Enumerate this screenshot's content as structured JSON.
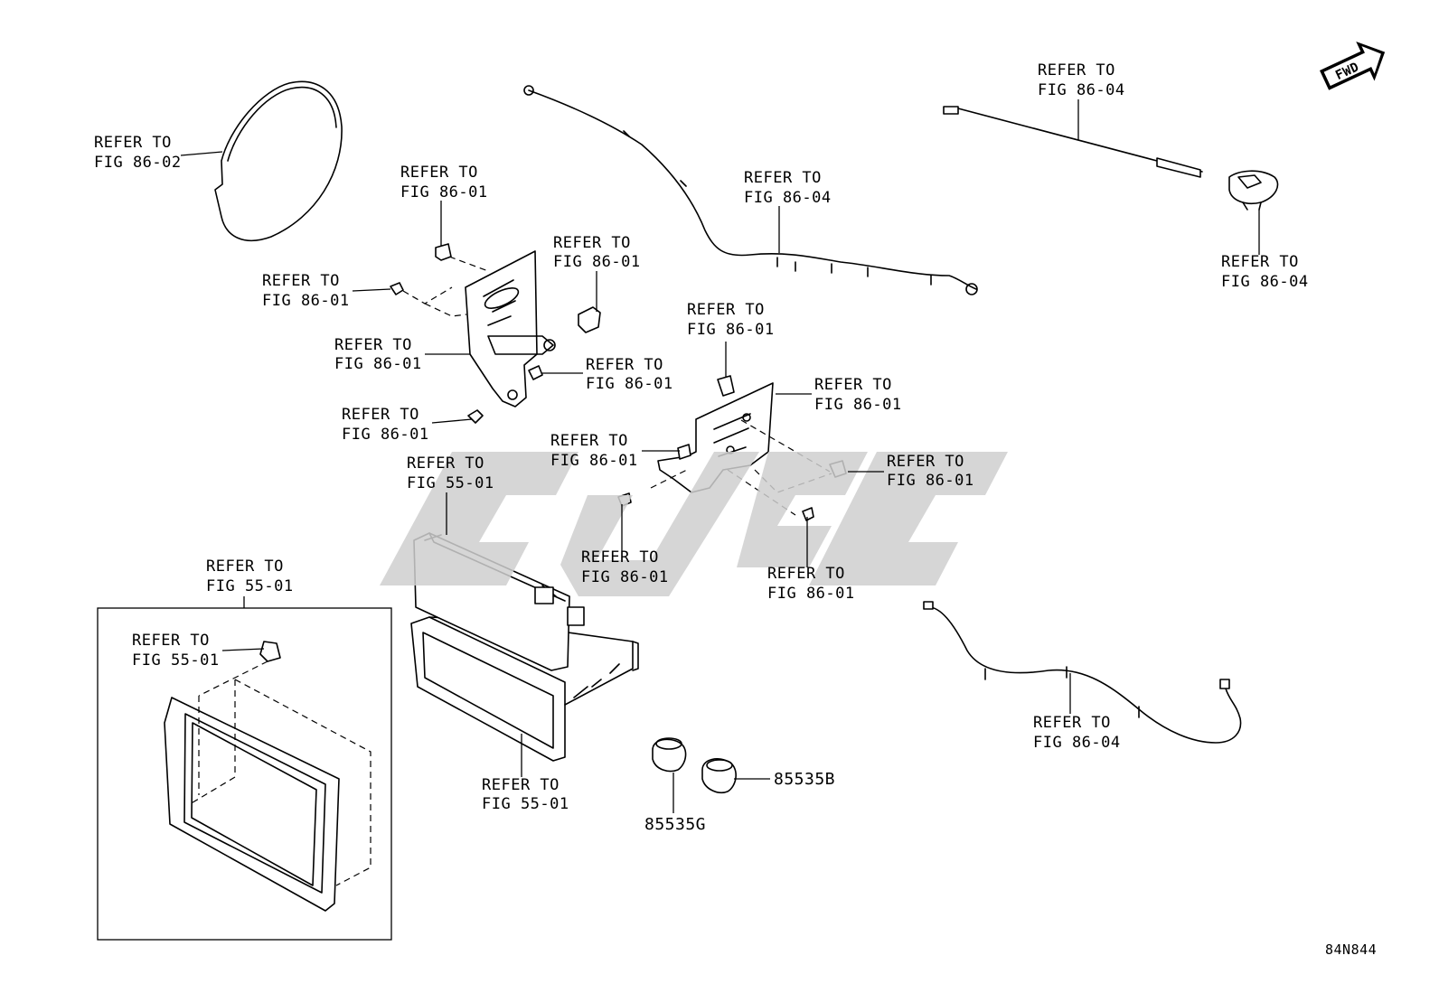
{
  "labels": {
    "fig_86_02": [
      "REFER TO",
      "FIG 86-02"
    ],
    "fig_86_01": [
      "REFER TO",
      "FIG 86-01"
    ],
    "fig_86_04": [
      "REFER TO",
      "FIG 86-04"
    ],
    "fig_55_01": [
      "REFER TO",
      "FIG 55-01"
    ]
  },
  "part_numbers": {
    "part_b": "85535B",
    "part_g": "85535G"
  },
  "fwd_arrow_text": "FWD",
  "diagram_code": "84N844",
  "watermark_text": "cjpc",
  "icons": [
    "fwd-arrow-icon"
  ]
}
